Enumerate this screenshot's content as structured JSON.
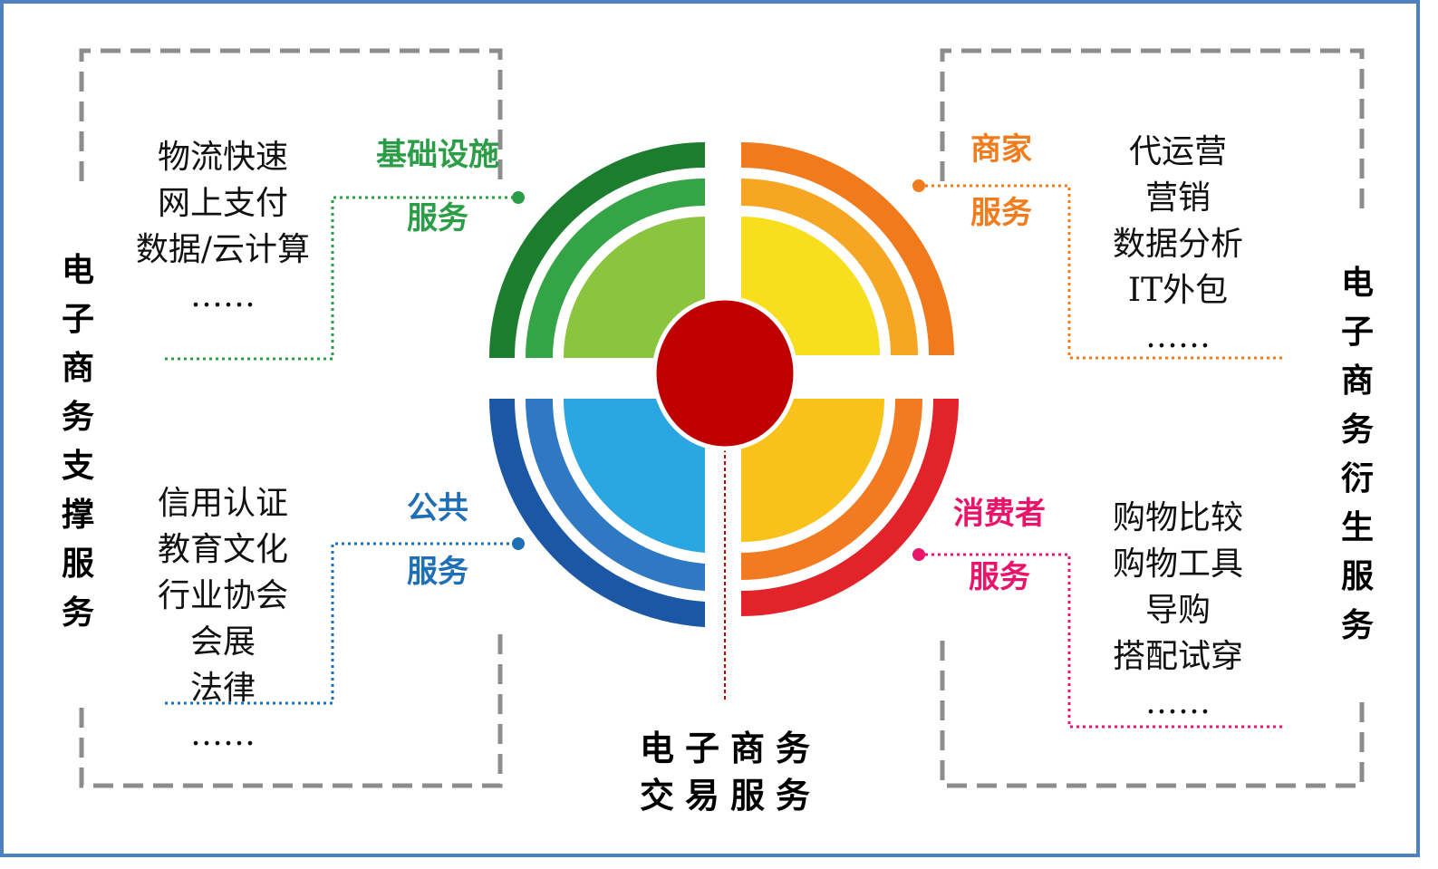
{
  "colors": {
    "frame_border": "#4f81bd",
    "dashed_box": "#8c8c8c",
    "infrastructure": "#2a9d46",
    "merchant": "#f07c1e",
    "public": "#1f6fb5",
    "consumer": "#e8156b",
    "center": "#c00000"
  },
  "left_section": {
    "title_chars": [
      "电",
      "子",
      "商",
      "务",
      "支",
      "撑",
      "服",
      "务"
    ],
    "infrastructure": {
      "label": [
        "基础设施",
        "服务"
      ],
      "items": [
        "物流快速",
        "网上支付",
        "数据/云计算",
        "……"
      ]
    },
    "public": {
      "label": [
        "公共",
        "服务"
      ],
      "items": [
        "信用认证",
        "教育文化",
        "行业协会",
        "会展",
        "法律",
        "……"
      ]
    }
  },
  "right_section": {
    "title_chars": [
      "电",
      "子",
      "商",
      "务",
      "衍",
      "生",
      "服",
      "务"
    ],
    "merchant": {
      "label": [
        "商家",
        "服务"
      ],
      "items": [
        "代运营",
        "营销",
        "数据分析",
        "IT外包",
        "……"
      ]
    },
    "consumer": {
      "label": [
        "消费者",
        "服务"
      ],
      "items": [
        "购物比较",
        "购物工具",
        "导购",
        "搭配试穿",
        "……"
      ]
    }
  },
  "center": {
    "title": [
      "电子商务",
      "交易服务"
    ]
  }
}
